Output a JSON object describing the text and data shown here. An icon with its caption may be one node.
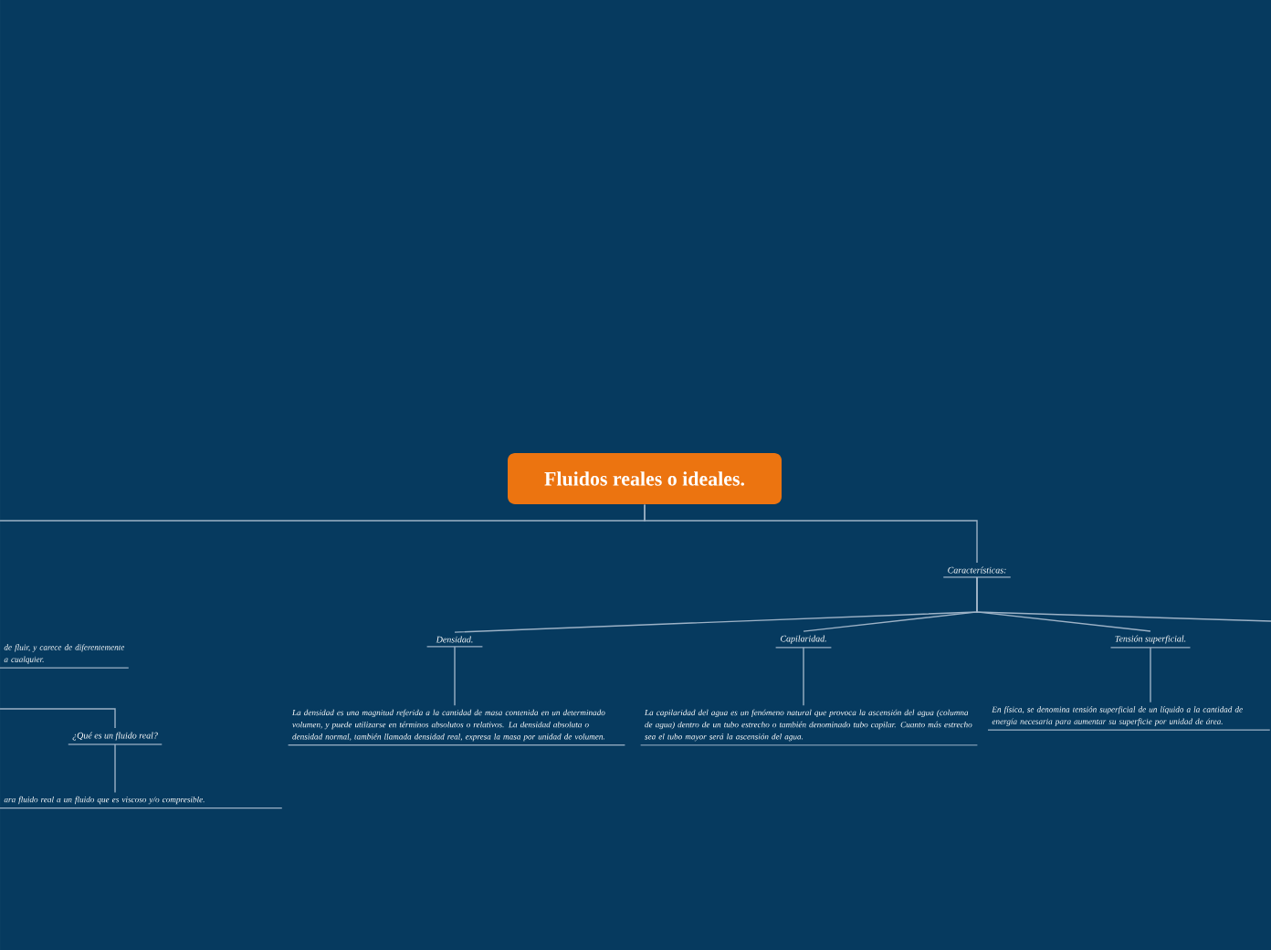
{
  "diagram": {
    "nodes": [
      {
        "text": [
          "Fluidos reales o ideales."
        ]
      },
      {
        "text": [
          "Características:"
        ]
      },
      {
        "text": [
          "Densidad."
        ]
      },
      {
        "text": [
          "La densidad es una magnitud referida a la cantidad de masa contenida en un determinado volumen, y puede utilizarse en términos absolutos o relativos. La densidad absoluta o densidad normal, también llamada densidad real, expresa la masa por unidad de volumen."
        ]
      },
      {
        "text": [
          "Capilaridad."
        ]
      },
      {
        "text": [
          "La capilaridad del agua es un fenómeno natural que provoca la ascensión del agua (columna de agua) dentro de un tubo estrecho o también denominado tubo capilar. Cuanto más estrecho sea el tubo mayor será la ascensión del agua."
        ]
      },
      {
        "text": [
          "Tensión superficial."
        ]
      },
      {
        "text": [
          "En física, se denomina tensión superficial de un líquido a la cantidad de energía necesaria para aumentar su superficie por unidad de área."
        ]
      },
      {
        "text": [
          "de fluir, y carece de diferentemente a cualquier."
        ]
      },
      {
        "text": [
          "¿Qué es un fluido real?"
        ]
      },
      {
        "text": [
          "ara fluido real a un fluido que es viscoso y/o compresible."
        ]
      }
    ],
    "edges": [
      {
        "from": 0,
        "to": 1,
        "arrow": "none"
      },
      {
        "from": 0,
        "to": null,
        "arrow": "none"
      },
      {
        "from": 1,
        "to": 2,
        "arrow": "none"
      },
      {
        "from": 1,
        "to": 4,
        "arrow": "none"
      },
      {
        "from": 1,
        "to": 6,
        "arrow": "none"
      },
      {
        "from": 1,
        "to": null,
        "arrow": "none"
      },
      {
        "from": 2,
        "to": 3,
        "arrow": "none"
      },
      {
        "from": 4,
        "to": 5,
        "arrow": "none"
      },
      {
        "from": 6,
        "to": 7,
        "arrow": "none"
      },
      {
        "from": null,
        "to": 9,
        "arrow": "none"
      },
      {
        "from": 9,
        "to": 10,
        "arrow": "none"
      }
    ]
  }
}
